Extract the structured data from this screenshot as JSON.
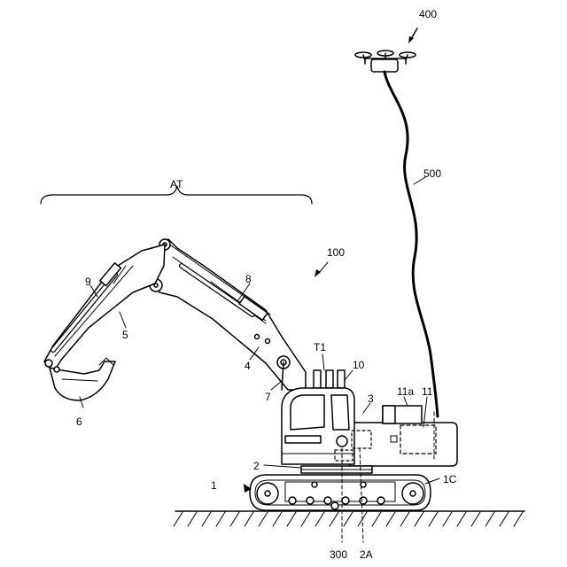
{
  "labels": {
    "drone": "400",
    "cable": "500",
    "attachment": "AT",
    "machine": "100",
    "arm_cyl": "9",
    "boom_cyl": "8",
    "arm": "5",
    "bucket": "6",
    "boom": "4",
    "pin": "7",
    "antenna": "T1",
    "cab": "10",
    "upper_body": "3",
    "box_11a": "11a",
    "box_11": "11",
    "slewing": "2",
    "lower_body": "1",
    "track_frame": "1C",
    "controller": "300",
    "axis": "2A"
  }
}
